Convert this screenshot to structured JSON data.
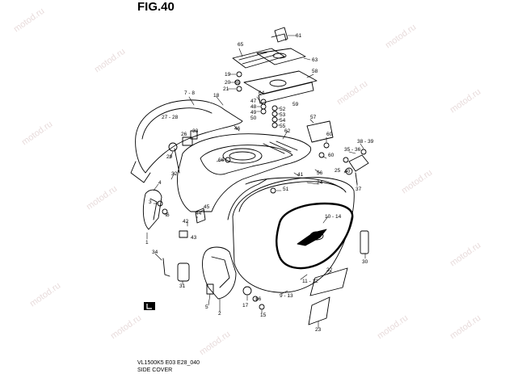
{
  "figure": {
    "title": "FIG.40",
    "footer_model": "VL1500K5 E03 E28_040",
    "footer_caption": "SIDE COVER",
    "watermark": "motod.ru"
  },
  "callouts": [
    {
      "id": "c61",
      "text": "61"
    },
    {
      "id": "c65",
      "text": "65"
    },
    {
      "id": "c63",
      "text": "63"
    },
    {
      "id": "c58",
      "text": "58"
    },
    {
      "id": "c19",
      "text": "19"
    },
    {
      "id": "c20",
      "text": "20"
    },
    {
      "id": "c69",
      "text": "69"
    },
    {
      "id": "c21",
      "text": "21"
    },
    {
      "id": "c64",
      "text": "64"
    },
    {
      "id": "c78",
      "text": "7 - 8"
    },
    {
      "id": "c18",
      "text": "18"
    },
    {
      "id": "c47",
      "text": "47"
    },
    {
      "id": "c48",
      "text": "48"
    },
    {
      "id": "c49",
      "text": "49"
    },
    {
      "id": "c50",
      "text": "50"
    },
    {
      "id": "c52",
      "text": "52"
    },
    {
      "id": "c53",
      "text": "53"
    },
    {
      "id": "c54",
      "text": "54"
    },
    {
      "id": "c55",
      "text": "55"
    },
    {
      "id": "c59",
      "text": "59"
    },
    {
      "id": "c2728",
      "text": "27 - 28"
    },
    {
      "id": "c33",
      "text": "33"
    },
    {
      "id": "c26",
      "text": "26"
    },
    {
      "id": "c46",
      "text": "46"
    },
    {
      "id": "c62",
      "text": "62"
    },
    {
      "id": "c57",
      "text": "57"
    },
    {
      "id": "c60a",
      "text": "60"
    },
    {
      "id": "c60b",
      "text": "60"
    },
    {
      "id": "c3839",
      "text": "38 - 39"
    },
    {
      "id": "c3536",
      "text": "35 - 36"
    },
    {
      "id": "c29",
      "text": "29"
    },
    {
      "id": "c66",
      "text": "66"
    },
    {
      "id": "c32",
      "text": "32"
    },
    {
      "id": "c41",
      "text": "41"
    },
    {
      "id": "c56",
      "text": "56"
    },
    {
      "id": "c25",
      "text": "25"
    },
    {
      "id": "c40",
      "text": "40"
    },
    {
      "id": "c37",
      "text": "37"
    },
    {
      "id": "c4",
      "text": "4"
    },
    {
      "id": "c51",
      "text": "51"
    },
    {
      "id": "c24",
      "text": "24"
    },
    {
      "id": "c3",
      "text": "3"
    },
    {
      "id": "c6",
      "text": "6"
    },
    {
      "id": "c45",
      "text": "45"
    },
    {
      "id": "c44",
      "text": "44"
    },
    {
      "id": "c42",
      "text": "42"
    },
    {
      "id": "c43",
      "text": "43"
    },
    {
      "id": "c1014",
      "text": "10 - 14"
    },
    {
      "id": "c1",
      "text": "1"
    },
    {
      "id": "c30",
      "text": "30"
    },
    {
      "id": "c34",
      "text": "34"
    },
    {
      "id": "c22",
      "text": "22"
    },
    {
      "id": "c31",
      "text": "31"
    },
    {
      "id": "c1112",
      "text": "11 - 12"
    },
    {
      "id": "c913",
      "text": "9 - 13"
    },
    {
      "id": "c16",
      "text": "16"
    },
    {
      "id": "c5",
      "text": "5"
    },
    {
      "id": "c17",
      "text": "17"
    },
    {
      "id": "c15",
      "text": "15"
    },
    {
      "id": "c2",
      "text": "2"
    },
    {
      "id": "c23",
      "text": "23"
    }
  ]
}
